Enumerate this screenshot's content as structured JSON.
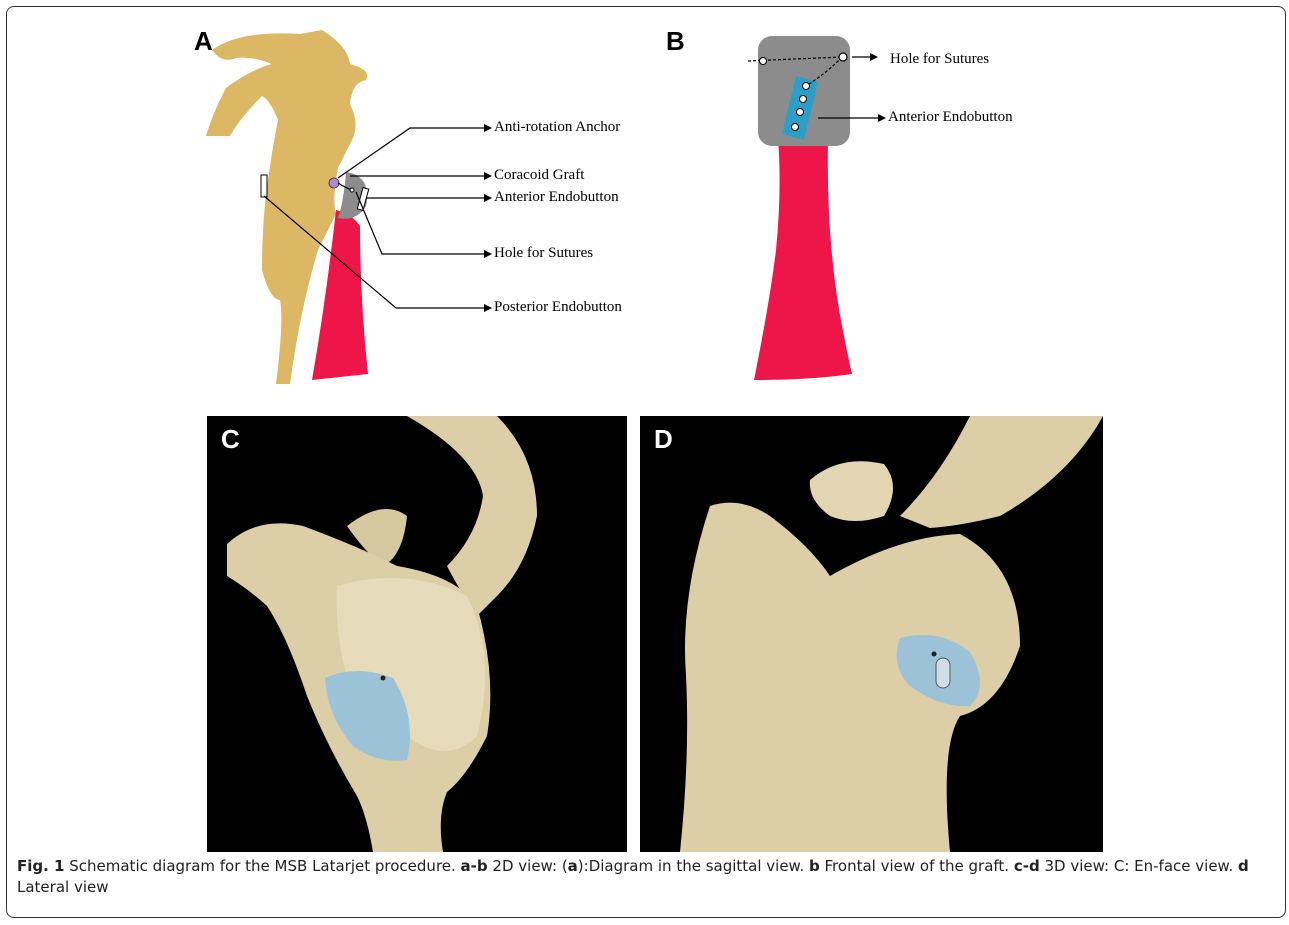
{
  "panels": {
    "a": {
      "label": "A"
    },
    "b": {
      "label": "B"
    },
    "c": {
      "label": "C"
    },
    "d": {
      "label": "D"
    }
  },
  "annotations_a": {
    "anti_rotation_anchor": "Anti-rotation Anchor",
    "coracoid_graft": "Coracoid Graft",
    "anterior_endobutton": "Anterior Endobutton",
    "hole_for_sutures": "Hole for Sutures",
    "posterior_endobutton": "Posterior Endobutton"
  },
  "annotations_b": {
    "hole_for_sutures": "Hole for Sutures",
    "anterior_endobutton": "Anterior Endobutton"
  },
  "caption": {
    "fig_label": "Fig. 1",
    "text1": " Schematic diagram for the MSB Latarjet procedure. ",
    "ab": "a-b",
    "text2": " 2D view: (",
    "a": "a",
    "text3": "):Diagram in the sagittal view. ",
    "b": "b",
    "text4": " Frontal view of the graft. ",
    "cd": "c-d",
    "text5": " 3D view: C: En-face view. ",
    "d": "d",
    "text6": " Lateral view"
  },
  "colors": {
    "bone_2d": "#dcb865",
    "tendon": "#ee1549",
    "graft": "#8c8c8c",
    "endobutton": "#2aa0c8",
    "anchor": "#b08ad8",
    "bone_3d": "#dccfa8",
    "implant_3d": "#9cc2d8"
  }
}
